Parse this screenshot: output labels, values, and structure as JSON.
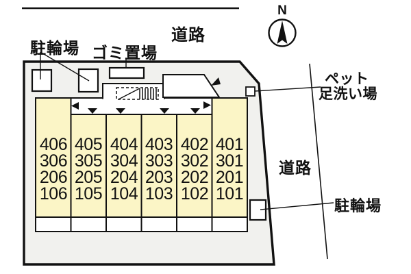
{
  "labels": {
    "road_top": "道路",
    "road_right": "道路",
    "bicycle_left": "駐輪場",
    "bicycle_right": "駐輪場",
    "garbage": "ゴミ置場",
    "pet_line1": "ペット",
    "pet_line2": "足洗い場"
  },
  "compass": {
    "north": "N"
  },
  "colors": {
    "building_fill": "#f1f1ee",
    "room_fill": "#fbf5c6",
    "line": "#111111",
    "background": "#ffffff"
  },
  "building": {
    "columns": [
      {
        "rooms": [
          "406",
          "306",
          "206",
          "106"
        ]
      },
      {
        "rooms": [
          "405",
          "305",
          "205",
          "105"
        ]
      },
      {
        "rooms": [
          "404",
          "304",
          "204",
          "104"
        ]
      },
      {
        "rooms": [
          "403",
          "303",
          "203",
          "103"
        ]
      },
      {
        "rooms": [
          "402",
          "302",
          "202",
          "102"
        ]
      },
      {
        "rooms": [
          "401",
          "301",
          "201",
          "101"
        ]
      }
    ]
  }
}
